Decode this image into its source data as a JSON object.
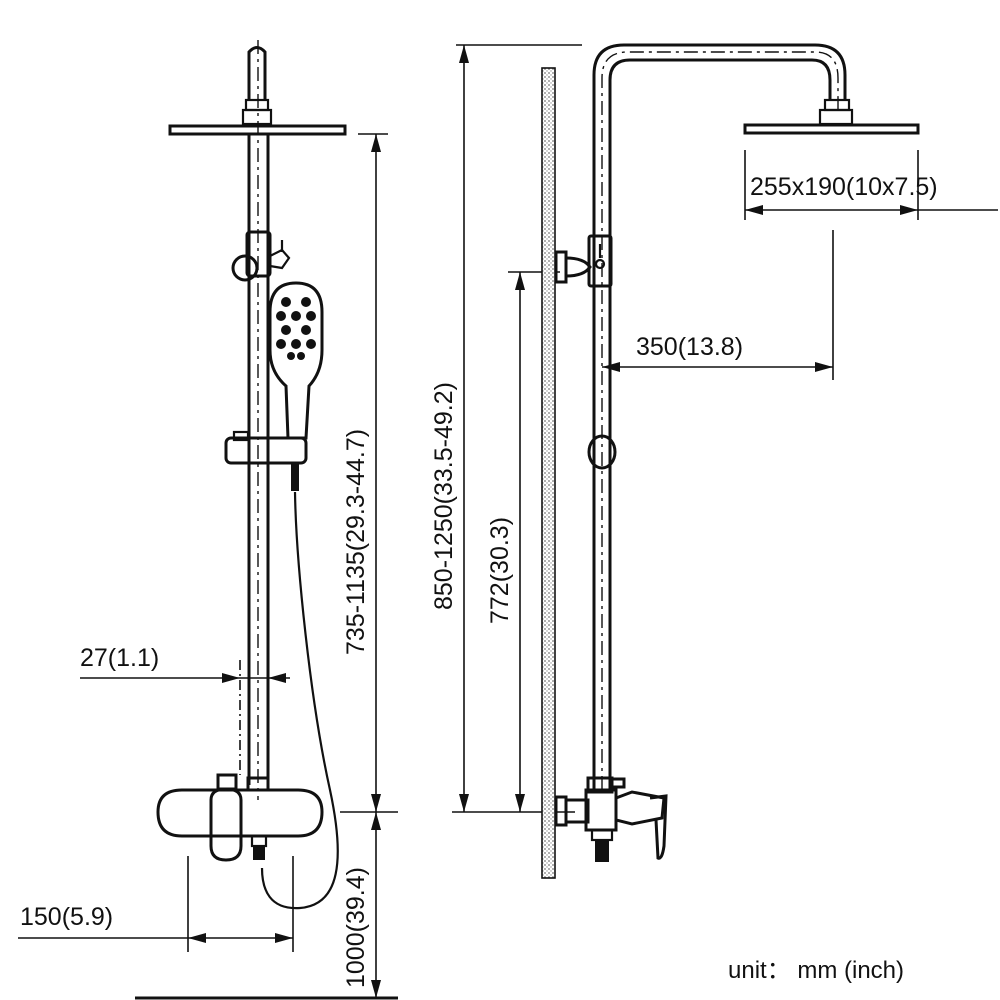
{
  "dimensions": {
    "head_size": "255x190(10x7.5)",
    "arm_reach": "350(13.8)",
    "rail_height": "735-1135(29.3-44.7)",
    "total_height": "850-1250(33.5-49.2)",
    "slide_bar_length": "772(30.3)",
    "diameter": "27(1.1)",
    "mixer_width": "150(5.9)",
    "floor_height": "1000(39.4)"
  },
  "unit_label": "unit： mm (inch)",
  "colors": {
    "line": "#111111",
    "background": "#ffffff",
    "wall_hatch": "#777777"
  }
}
